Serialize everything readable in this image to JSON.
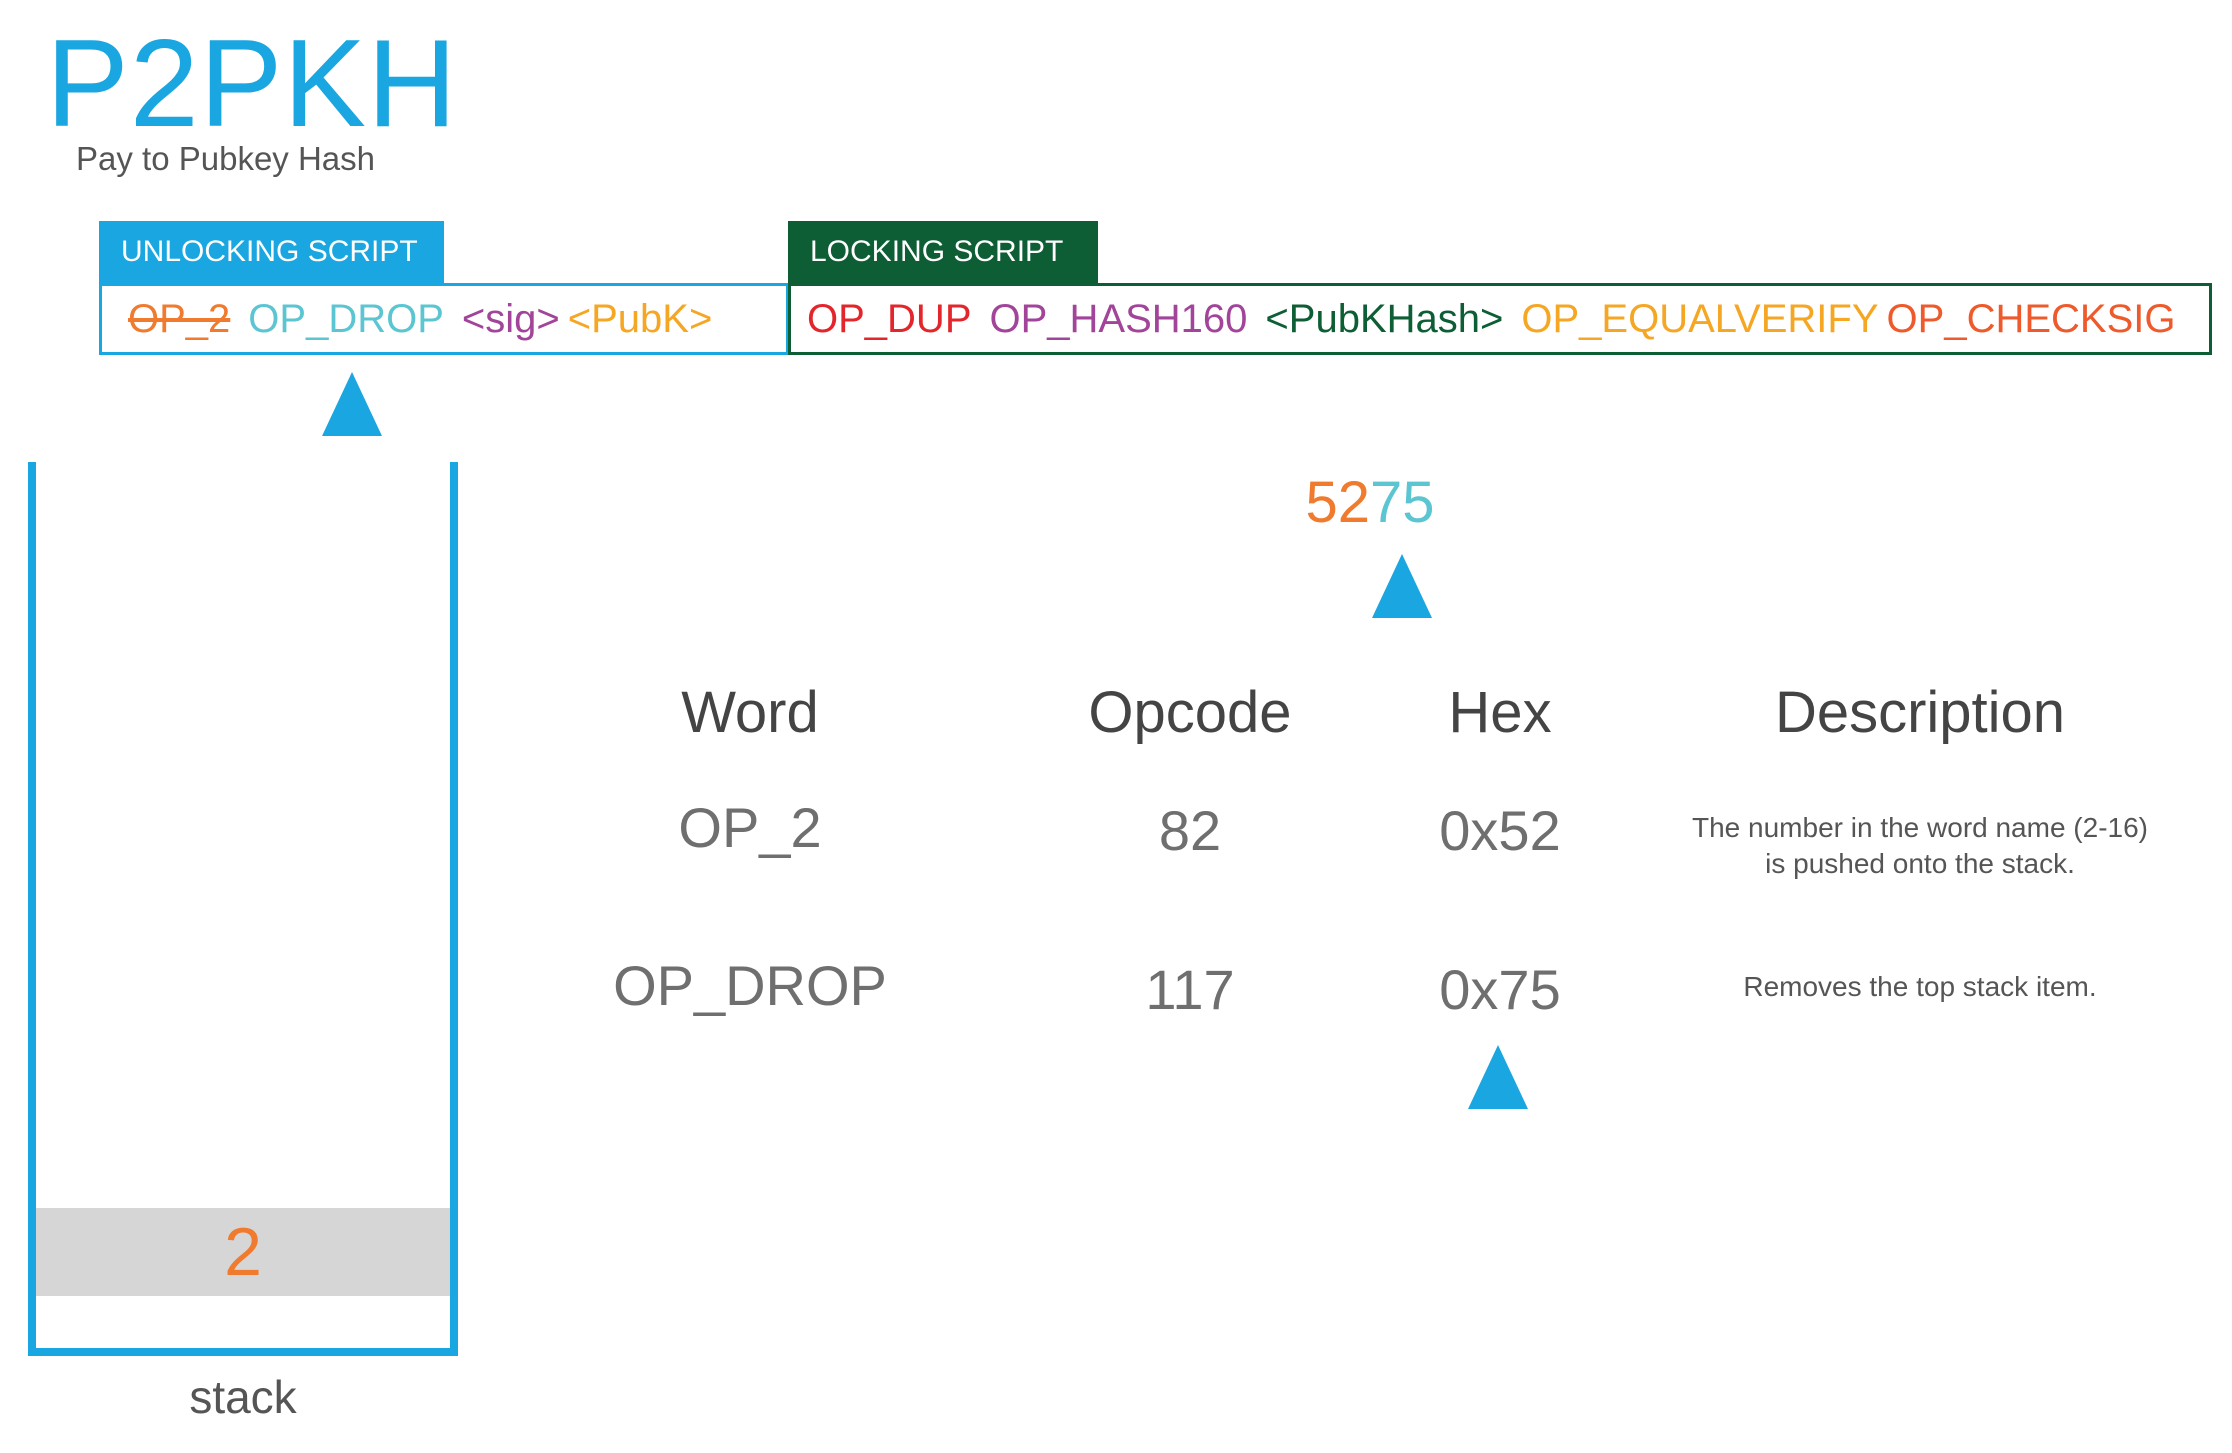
{
  "title": "P2PKH",
  "subtitle": "Pay to Pubkey Hash",
  "unlocking": {
    "label": "UNLOCKING SCRIPT",
    "tokens": [
      {
        "text": "OP_2",
        "color": "#f07b2f",
        "struck": true
      },
      {
        "text": "OP_DROP",
        "color": "#5cc5d2"
      },
      {
        "text": "<sig>",
        "color": "#a3449b"
      },
      {
        "text": "<PubK>",
        "color": "#f5a623"
      }
    ]
  },
  "locking": {
    "label": "LOCKING SCRIPT",
    "tokens": [
      {
        "text": "OP_DUP",
        "color": "#e3262b"
      },
      {
        "text": "OP_HASH160",
        "color": "#a3449b"
      },
      {
        "text": "<PubKHash>",
        "color": "#0d5e34"
      },
      {
        "text": "OP_EQUALVERIFY",
        "color": "#f5a623"
      },
      {
        "text": "OP_CHECKSIG",
        "color": "#ee5a2b"
      }
    ]
  },
  "hex_readout": {
    "part1": "52",
    "part1_color": "#f07b2f",
    "part2": "75",
    "part2_color": "#5cc5d2"
  },
  "table": {
    "headers": {
      "word": "Word",
      "opcode": "Opcode",
      "hex": "Hex",
      "description": "Description"
    },
    "rows": [
      {
        "word": "OP_2",
        "opcode": "82",
        "hex": "0x52",
        "description": [
          "The number in the word name (2-16)",
          "is pushed onto the stack."
        ]
      },
      {
        "word": "OP_DROP",
        "opcode": "117",
        "hex": "0x75",
        "description": [
          "Removes the top stack item."
        ]
      }
    ]
  },
  "stack": {
    "label": "stack",
    "items": [
      "2"
    ]
  },
  "colors": {
    "accent_blue": "#1aa6e0",
    "locking_green": "#0d5e34"
  }
}
